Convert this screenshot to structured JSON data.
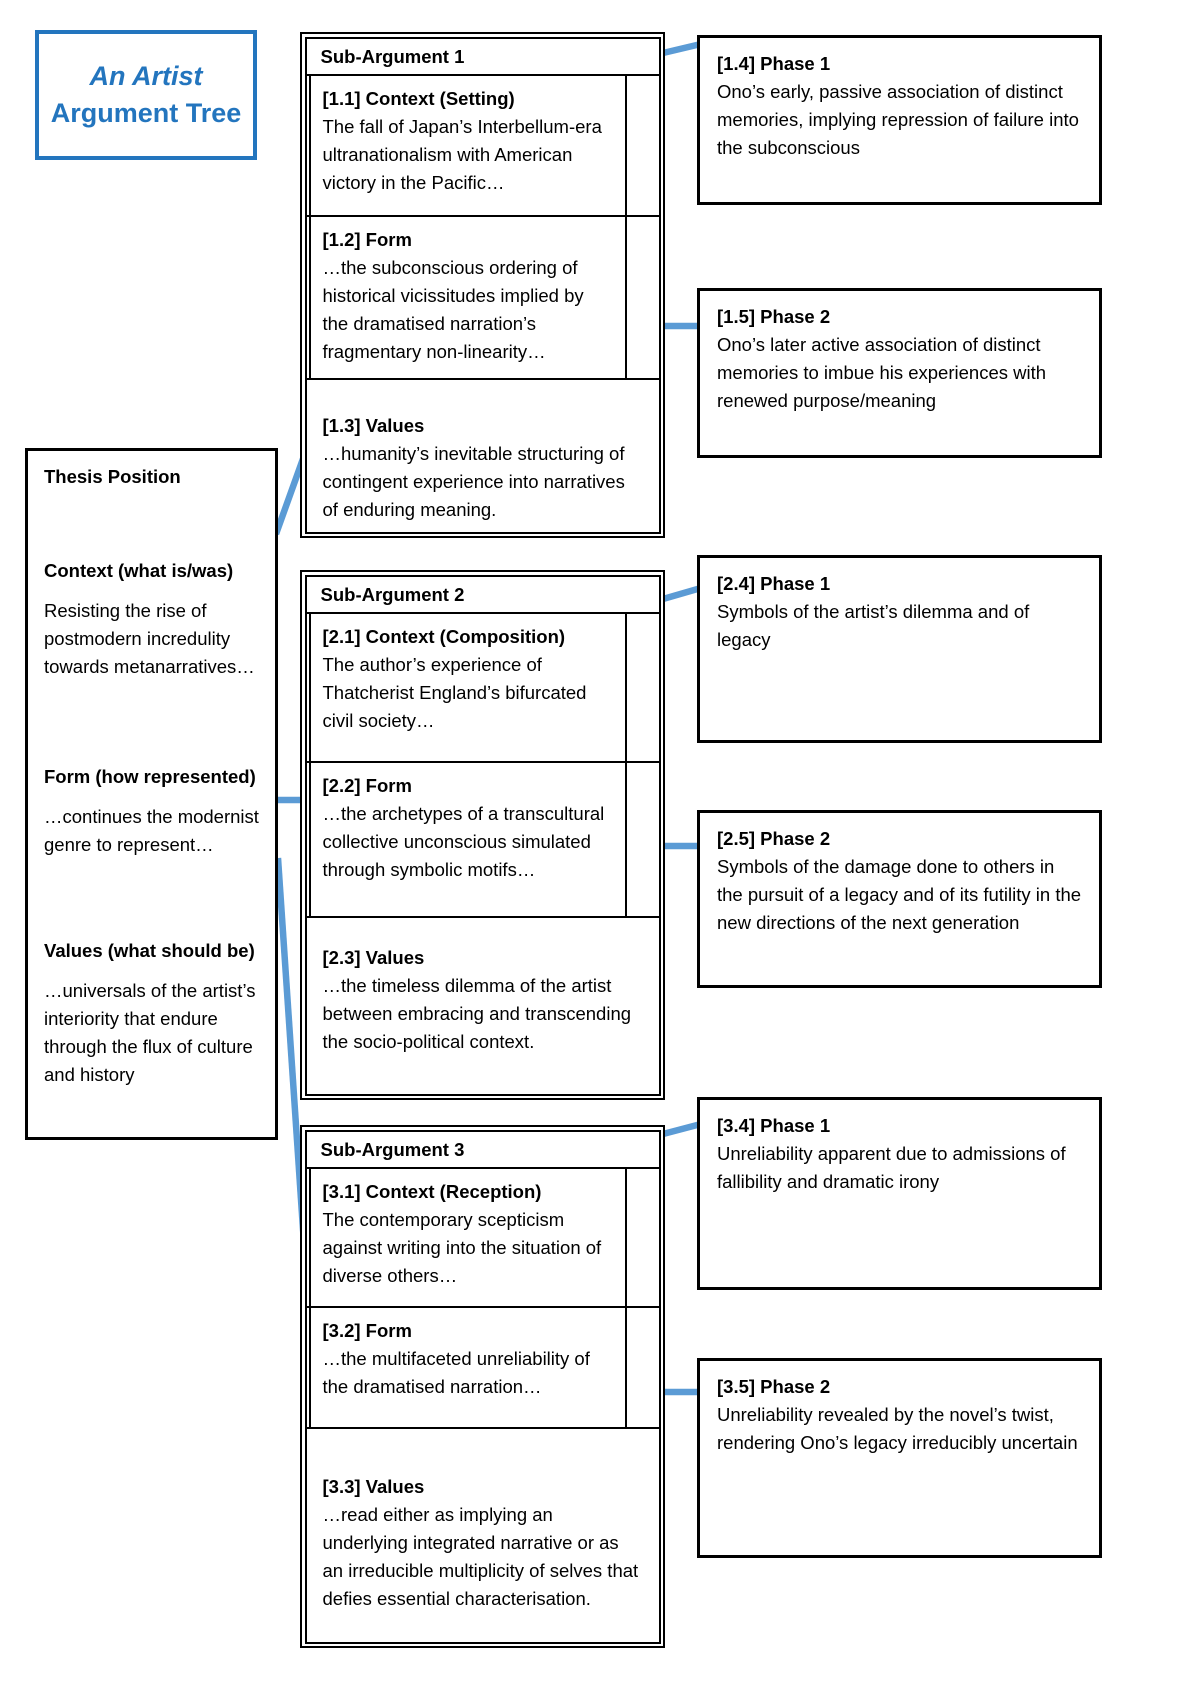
{
  "title": {
    "line1": "An Artist",
    "line2": "Argument Tree"
  },
  "thesis": {
    "heading": "Thesis Position",
    "sections": [
      {
        "heading": "Context (what is/was)",
        "body": "Resisting the rise of postmodern incredulity towards metanarratives…"
      },
      {
        "heading": "Form (how represented)",
        "body": "…continues the modernist genre to represent…"
      },
      {
        "heading": "Values (what should be)",
        "body": "…universals of the artist’s interiority that endure through the flux of culture and history"
      }
    ]
  },
  "sub_arguments": [
    {
      "heading": "Sub-Argument 1",
      "items": [
        {
          "label": "[1.1] Context (Setting)",
          "body": "The fall of Japan’s Interbellum-era ultranationalism with American victory in the Pacific…"
        },
        {
          "label": "[1.2] Form",
          "body": "…the subconscious ordering of historical vicissitudes implied by the dramatised narration’s fragmentary non-linearity…"
        },
        {
          "label": "[1.3] Values",
          "body": "…humanity’s inevitable structuring of contingent experience into narratives of enduring meaning."
        }
      ]
    },
    {
      "heading": "Sub-Argument 2",
      "items": [
        {
          "label": "[2.1] Context (Composition)",
          "body": "The author’s experience of Thatcherist England’s bifurcated civil society…"
        },
        {
          "label": "[2.2] Form",
          "body": "…the archetypes of a transcultural collective unconscious simulated through symbolic motifs…"
        },
        {
          "label": "[2.3] Values",
          "body": "…the timeless dilemma of the artist between embracing and transcending the socio-political context."
        }
      ]
    },
    {
      "heading": "Sub-Argument 3",
      "items": [
        {
          "label": "[3.1] Context (Reception)",
          "body": "The contemporary scepticism against writing into the situation of diverse others…"
        },
        {
          "label": "[3.2] Form",
          "body": "…the multifaceted unreliability of the dramatised narration…"
        },
        {
          "label": "[3.3] Values",
          "body": "…read either as implying an underlying integrated narrative or as an irreducible multiplicity of selves that defies essential characterisation."
        }
      ]
    }
  ],
  "phases": [
    {
      "label": "[1.4] Phase 1",
      "body": "Ono’s early, passive association of distinct memories, implying repression of failure into the subconscious"
    },
    {
      "label": "[1.5] Phase 2",
      "body": "Ono’s later active association of distinct memories to imbue his experiences with renewed purpose/meaning"
    },
    {
      "label": "[2.4] Phase 1",
      "body": "Symbols of the artist’s dilemma and of legacy"
    },
    {
      "label": "[2.5] Phase 2",
      "body": "Symbols of the damage done to others in the pursuit of a legacy and of its futility in the new directions of the next generation"
    },
    {
      "label": "[3.4] Phase 1",
      "body": "Unreliability apparent due to admissions of fallibility and dramatic irony"
    },
    {
      "label": "[3.5] Phase 2",
      "body": "Unreliability revealed by the novel’s twist, rendering Ono’s legacy irreducibly uncertain"
    }
  ],
  "colors": {
    "accent_blue": "#2375BE",
    "connector_blue": "#5B9BD5",
    "border_black": "#000000"
  }
}
